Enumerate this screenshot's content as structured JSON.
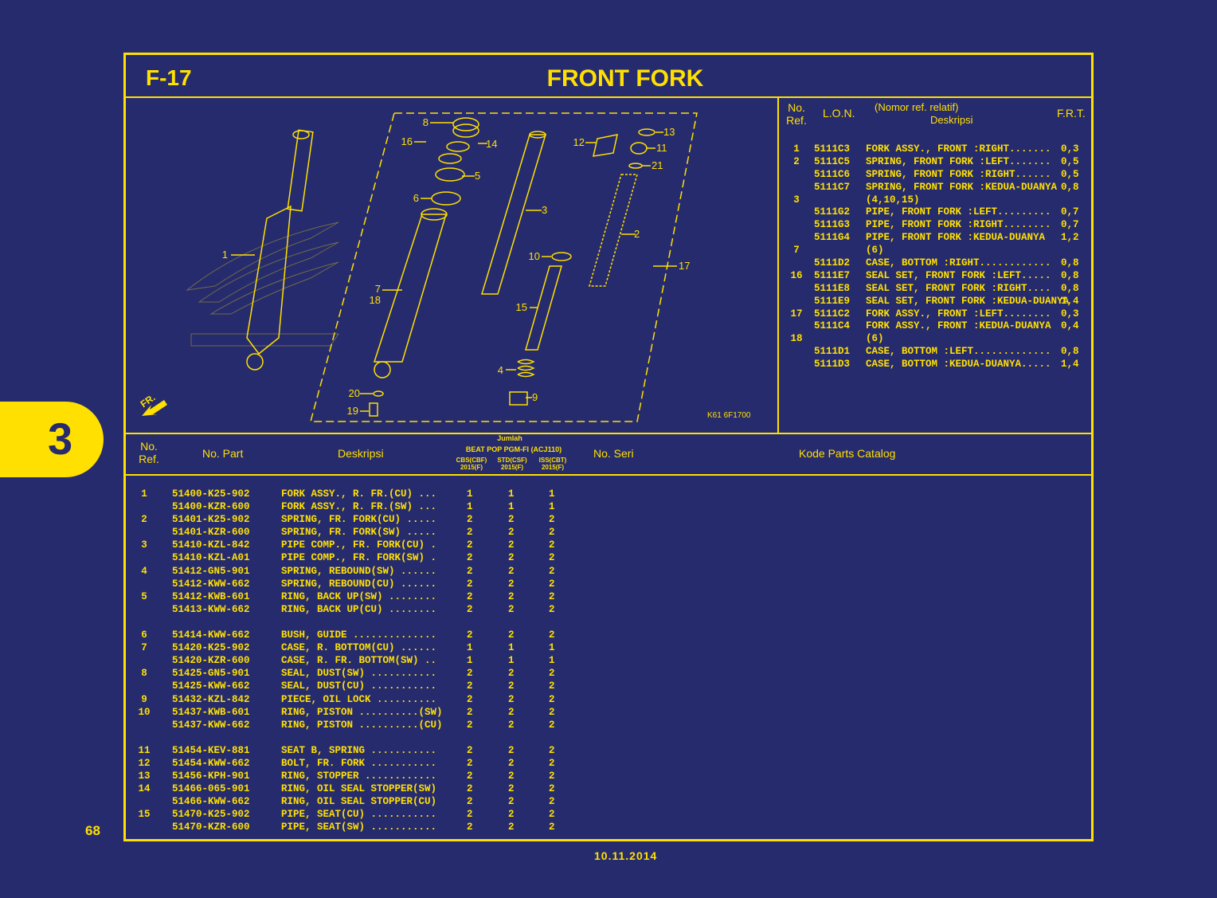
{
  "header": {
    "code": "F-17",
    "title": "FRONT FORK"
  },
  "section_tab": "3",
  "page_number": "68",
  "footer_date": "10.11.2014",
  "diagram": {
    "code": "K61 6F1700",
    "fr_label": "FR.",
    "callouts": [
      "1",
      "2",
      "3",
      "4",
      "5",
      "6",
      "7",
      "8",
      "9",
      "10",
      "11",
      "12",
      "13",
      "14",
      "15",
      "16",
      "17",
      "18",
      "19",
      "20",
      "21"
    ]
  },
  "lon_header": {
    "no_ref": "No.\nRef.",
    "lon": "L.O.N.",
    "desc_sub": "(Nomor ref. relatif)",
    "desc": "Deskripsi",
    "frt": "F.R.T."
  },
  "lon_rows": [
    {
      "ref": "1",
      "lon": "5111C3",
      "desc": "FORK ASSY., FRONT :RIGHT.......",
      "frt": "0,3"
    },
    {
      "ref": "2",
      "lon": "5111C5",
      "desc": "SPRING, FRONT FORK :LEFT.......",
      "frt": "0,5"
    },
    {
      "ref": "",
      "lon": "5111C6",
      "desc": "SPRING, FRONT FORK :RIGHT......",
      "frt": "0,5"
    },
    {
      "ref": "",
      "lon": "5111C7",
      "desc": "SPRING, FRONT FORK :KEDUA-DUANYA",
      "frt": "0,8"
    },
    {
      "ref": "3",
      "lon": "",
      "desc": "(4,10,15)",
      "frt": ""
    },
    {
      "ref": "",
      "lon": "5111G2",
      "desc": "PIPE, FRONT FORK :LEFT.........",
      "frt": "0,7"
    },
    {
      "ref": "",
      "lon": "5111G3",
      "desc": "PIPE, FRONT FORK :RIGHT........",
      "frt": "0,7"
    },
    {
      "ref": "",
      "lon": "5111G4",
      "desc": "PIPE, FRONT FORK :KEDUA-DUANYA",
      "frt": "1,2"
    },
    {
      "ref": "7",
      "lon": "",
      "desc": "(6)",
      "frt": ""
    },
    {
      "ref": "",
      "lon": "5111D2",
      "desc": "CASE, BOTTOM :RIGHT............",
      "frt": "0,8"
    },
    {
      "ref": "16",
      "lon": "5111E7",
      "desc": "SEAL SET, FRONT FORK :LEFT.....",
      "frt": "0,8"
    },
    {
      "ref": "",
      "lon": "5111E8",
      "desc": "SEAL SET, FRONT FORK :RIGHT....",
      "frt": "0,8"
    },
    {
      "ref": "",
      "lon": "5111E9",
      "desc": "SEAL SET, FRONT FORK :KEDUA-DUANYA",
      "frt": "1,4"
    },
    {
      "ref": "17",
      "lon": "5111C2",
      "desc": "FORK ASSY., FRONT :LEFT........",
      "frt": "0,3"
    },
    {
      "ref": "",
      "lon": "5111C4",
      "desc": "FORK ASSY., FRONT :KEDUA-DUANYA",
      "frt": "0,4"
    },
    {
      "ref": "18",
      "lon": "",
      "desc": "(6)",
      "frt": ""
    },
    {
      "ref": "",
      "lon": "5111D1",
      "desc": "CASE, BOTTOM :LEFT.............",
      "frt": "0,8"
    },
    {
      "ref": "",
      "lon": "5111D3",
      "desc": "CASE, BOTTOM :KEDUA-DUANYA.....",
      "frt": "1,4"
    }
  ],
  "parts_header": {
    "no_ref": "No.\nRef.",
    "no_part": "No. Part",
    "desc": "Deskripsi",
    "jumlah": "Jumlah",
    "model": "BEAT POP PGM-FI (ACJ110)",
    "col1": "CBS(CBF)\n2015(F)",
    "col2": "STD(CSF)\n2015(F)",
    "col3": "ISS(CBT)\n2015(F)",
    "no_seri": "No. Seri",
    "kode": "Kode Parts Catalog"
  },
  "parts_rows": [
    {
      "ref": "1",
      "part": "51400-K25-902",
      "desc": "FORK ASSY., R. FR.(CU) ...",
      "q1": "1",
      "q2": "1",
      "q3": "1"
    },
    {
      "ref": "",
      "part": "51400-KZR-600",
      "desc": "FORK ASSY., R. FR.(SW) ...",
      "q1": "1",
      "q2": "1",
      "q3": "1"
    },
    {
      "ref": "2",
      "part": "51401-K25-902",
      "desc": "SPRING, FR. FORK(CU) .....",
      "q1": "2",
      "q2": "2",
      "q3": "2"
    },
    {
      "ref": "",
      "part": "51401-KZR-600",
      "desc": "SPRING, FR. FORK(SW) .....",
      "q1": "2",
      "q2": "2",
      "q3": "2"
    },
    {
      "ref": "3",
      "part": "51410-KZL-842",
      "desc": "PIPE COMP., FR. FORK(CU) .",
      "q1": "2",
      "q2": "2",
      "q3": "2"
    },
    {
      "ref": "",
      "part": "51410-KZL-A01",
      "desc": "PIPE COMP., FR. FORK(SW) .",
      "q1": "2",
      "q2": "2",
      "q3": "2"
    },
    {
      "ref": "4",
      "part": "51412-GN5-901",
      "desc": "SPRING, REBOUND(SW) ......",
      "q1": "2",
      "q2": "2",
      "q3": "2"
    },
    {
      "ref": "",
      "part": "51412-KWW-662",
      "desc": "SPRING, REBOUND(CU) ......",
      "q1": "2",
      "q2": "2",
      "q3": "2"
    },
    {
      "ref": "5",
      "part": "51412-KWB-601",
      "desc": "RING, BACK UP(SW) ........",
      "q1": "2",
      "q2": "2",
      "q3": "2"
    },
    {
      "ref": "",
      "part": "51413-KWW-662",
      "desc": "RING, BACK UP(CU) ........",
      "q1": "2",
      "q2": "2",
      "q3": "2"
    },
    {
      "ref": "",
      "part": "",
      "desc": "",
      "q1": "",
      "q2": "",
      "q3": ""
    },
    {
      "ref": "6",
      "part": "51414-KWW-662",
      "desc": "BUSH, GUIDE ..............",
      "q1": "2",
      "q2": "2",
      "q3": "2"
    },
    {
      "ref": "7",
      "part": "51420-K25-902",
      "desc": "CASE, R. BOTTOM(CU) ......",
      "q1": "1",
      "q2": "1",
      "q3": "1"
    },
    {
      "ref": "",
      "part": "51420-KZR-600",
      "desc": "CASE, R. FR. BOTTOM(SW) ..",
      "q1": "1",
      "q2": "1",
      "q3": "1"
    },
    {
      "ref": "8",
      "part": "51425-GN5-901",
      "desc": "SEAL, DUST(SW) ...........",
      "q1": "2",
      "q2": "2",
      "q3": "2"
    },
    {
      "ref": "",
      "part": "51425-KWW-662",
      "desc": "SEAL, DUST(CU) ...........",
      "q1": "2",
      "q2": "2",
      "q3": "2"
    },
    {
      "ref": "9",
      "part": "51432-KZL-842",
      "desc": "PIECE, OIL LOCK ..........",
      "q1": "2",
      "q2": "2",
      "q3": "2"
    },
    {
      "ref": "10",
      "part": "51437-KWB-601",
      "desc": "RING, PISTON ..........(SW)",
      "q1": "2",
      "q2": "2",
      "q3": "2"
    },
    {
      "ref": "",
      "part": "51437-KWW-662",
      "desc": "RING, PISTON ..........(CU)",
      "q1": "2",
      "q2": "2",
      "q3": "2"
    },
    {
      "ref": "",
      "part": "",
      "desc": "",
      "q1": "",
      "q2": "",
      "q3": ""
    },
    {
      "ref": "11",
      "part": "51454-KEV-881",
      "desc": "SEAT B, SPRING ...........",
      "q1": "2",
      "q2": "2",
      "q3": "2"
    },
    {
      "ref": "12",
      "part": "51454-KWW-662",
      "desc": "BOLT, FR. FORK ...........",
      "q1": "2",
      "q2": "2",
      "q3": "2"
    },
    {
      "ref": "13",
      "part": "51456-KPH-901",
      "desc": "RING, STOPPER ............",
      "q1": "2",
      "q2": "2",
      "q3": "2"
    },
    {
      "ref": "14",
      "part": "51466-065-901",
      "desc": "RING, OIL SEAL STOPPER(SW)",
      "q1": "2",
      "q2": "2",
      "q3": "2"
    },
    {
      "ref": "",
      "part": "51466-KWW-662",
      "desc": "RING, OIL SEAL STOPPER(CU)",
      "q1": "2",
      "q2": "2",
      "q3": "2"
    },
    {
      "ref": "15",
      "part": "51470-K25-902",
      "desc": "PIPE, SEAT(CU) ...........",
      "q1": "2",
      "q2": "2",
      "q3": "2"
    },
    {
      "ref": "",
      "part": "51470-KZR-600",
      "desc": "PIPE, SEAT(SW) ...........",
      "q1": "2",
      "q2": "2",
      "q3": "2"
    }
  ]
}
